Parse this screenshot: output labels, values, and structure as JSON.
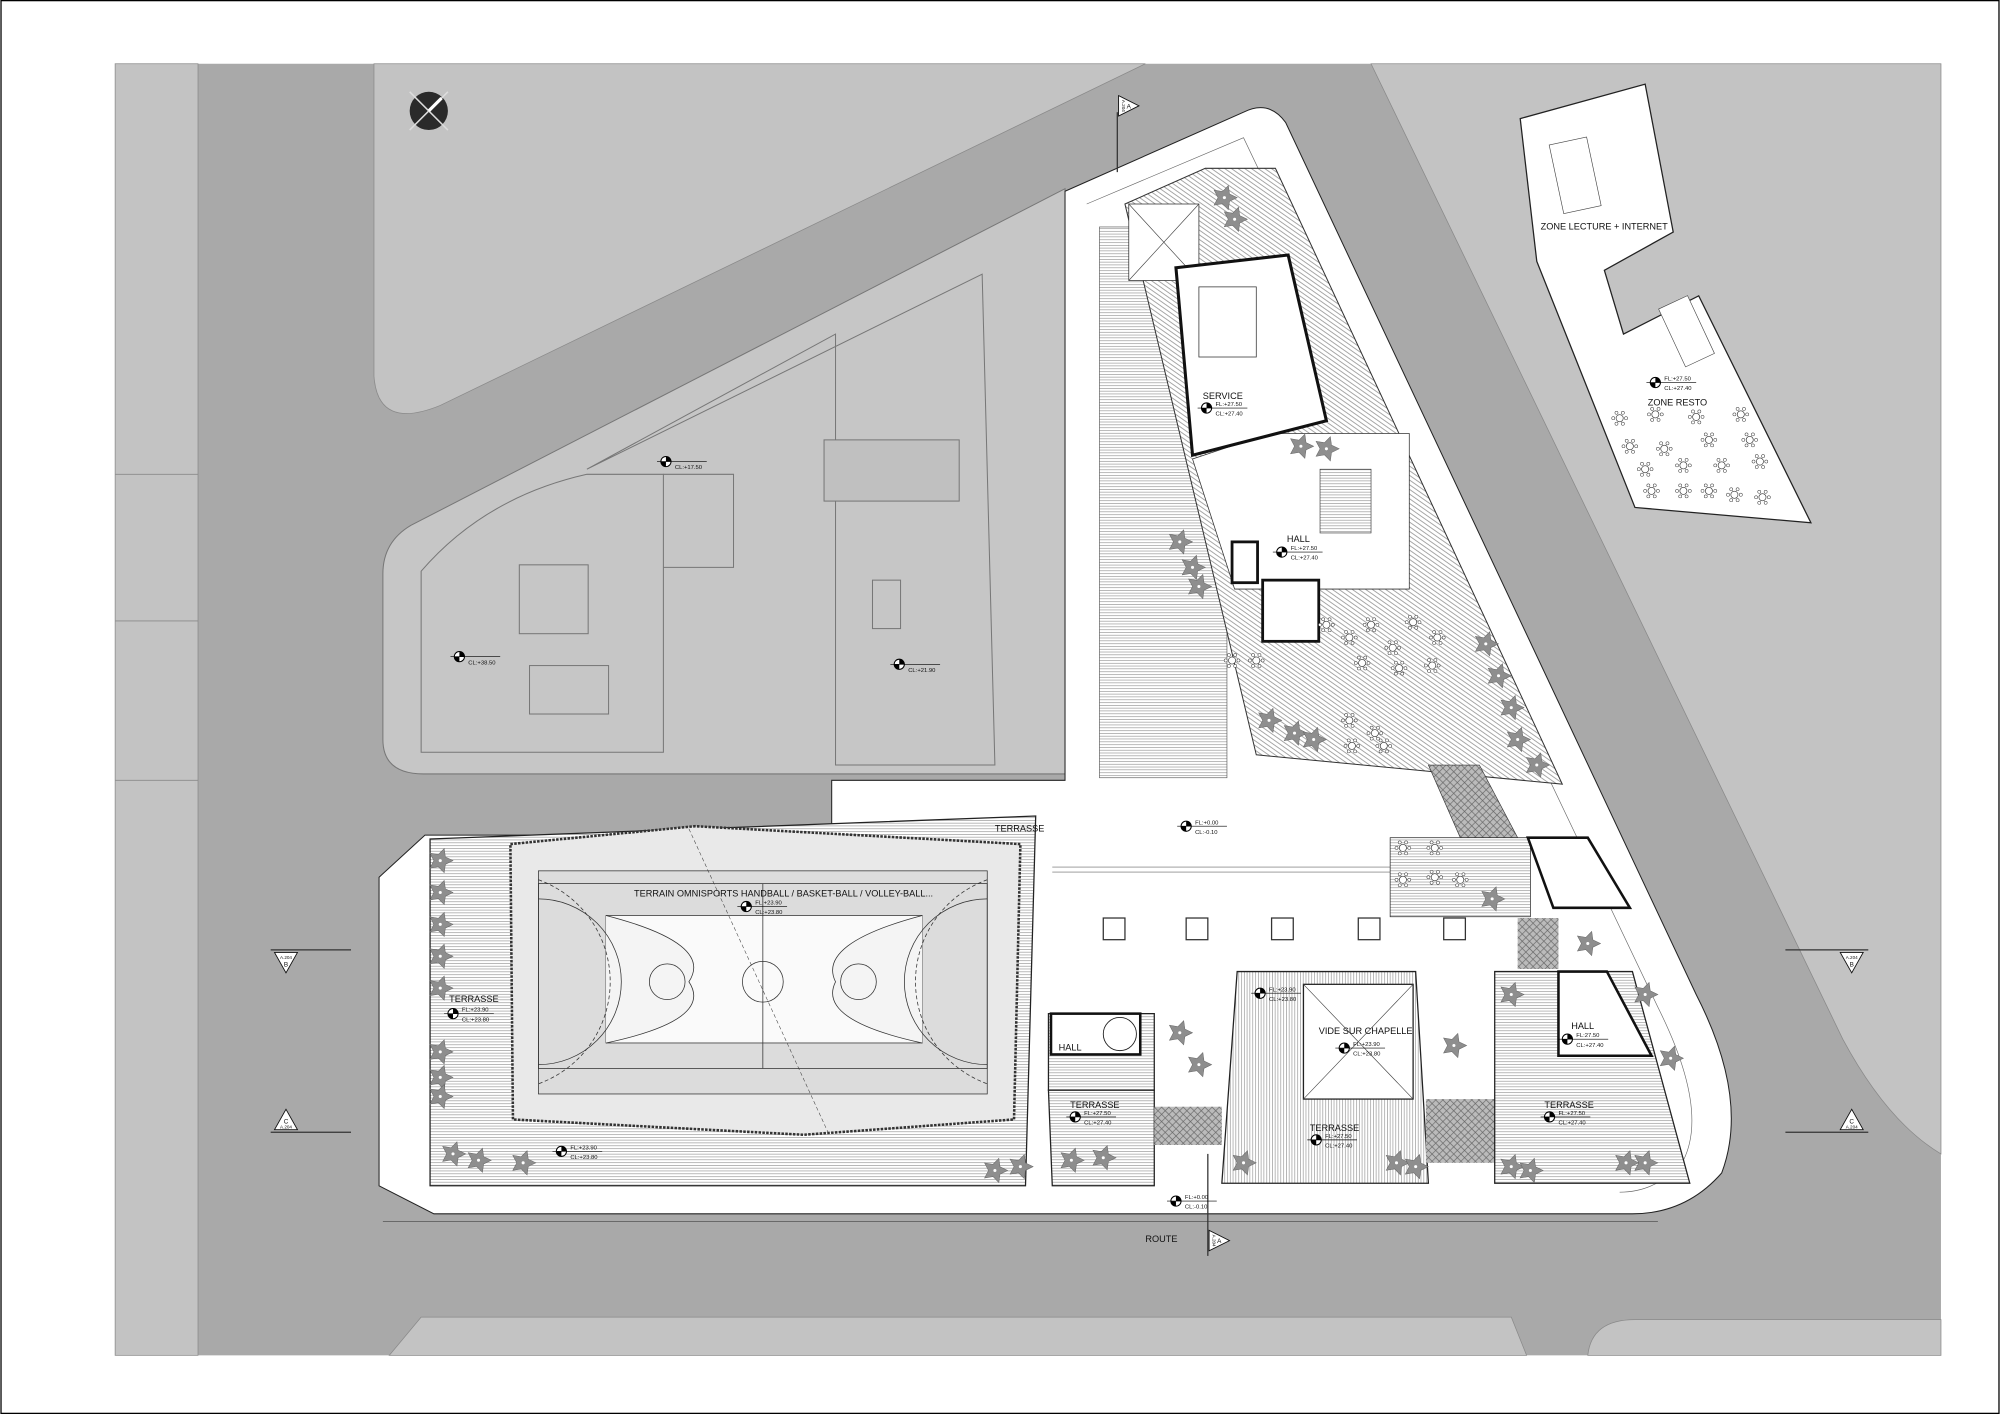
{
  "plan": {
    "north_symbol": "north-arrow-icon",
    "colors": {
      "road": "#a9a9a9",
      "block": "#c3c3c3",
      "site": "#ffffff",
      "tree": "#8c8c8c",
      "outline": "#111111"
    }
  },
  "labels": {
    "zone_lecture": "ZONE LECTURE + INTERNET",
    "zone_resto": "ZONE RESTO",
    "service": "SERVICE",
    "hall_north": "HALL",
    "terrasse_top": "TERRASSE",
    "terrain": "TERRAIN OMNISPORTS HANDBALL / BASKET-BALL / VOLLEY-BALL...",
    "terrasse_left": "TERRASSE",
    "hall_left": "HALL",
    "terrasse_hall_left": "TERRASSE",
    "vide_chapelle": "VIDE SUR CHAPELLE",
    "terrasse_chapelle": "TERRASSE",
    "hall_right": "HALL",
    "terrasse_right": "TERRASSE",
    "route": "ROUTE"
  },
  "levels": [
    {
      "fl": "FL:+27.50",
      "cl": "CL:+27.40"
    },
    {
      "fl": "FL:+27.50",
      "cl": "CL:+27.40"
    },
    {
      "fl": "FL:+27.50",
      "cl": "CL:+27.40"
    },
    {
      "fl": "",
      "cl": "CL:+17.50"
    },
    {
      "fl": "",
      "cl": "CL:+38.50"
    },
    {
      "fl": "",
      "cl": "CL:+21.90"
    },
    {
      "fl": "FL:+0.00",
      "cl": "CL:-0.10"
    },
    {
      "fl": "FL:+23.90",
      "cl": "CL:+23.80"
    },
    {
      "fl": "FL:+23.90",
      "cl": "CL:+23.80"
    },
    {
      "fl": "FL:+23.90",
      "cl": "CL:+23.80"
    },
    {
      "fl": "FL:+23.90",
      "cl": "CL:+23.80"
    },
    {
      "fl": "FL:+27.50",
      "cl": "CL:+27.40"
    },
    {
      "fl": "FL:+27.50",
      "cl": "CL:+27.40"
    },
    {
      "fl": "FL:27.50",
      "cl": "CL:+27.40"
    },
    {
      "fl": "FL:+27.50",
      "cl": "CL:+27.40"
    },
    {
      "fl": "FL:+23.90",
      "cl": "CL:+23.80"
    },
    {
      "fl": "FL:+0.00",
      "cl": "CL:-0.10"
    }
  ],
  "sections": [
    {
      "letter": "A",
      "sheet": "A.204"
    },
    {
      "letter": "A",
      "sheet": "A.204"
    },
    {
      "letter": "B",
      "sheet": "A.204"
    },
    {
      "letter": "C",
      "sheet": "A.204"
    },
    {
      "letter": "B",
      "sheet": "A.204"
    },
    {
      "letter": "C",
      "sheet": "A.204"
    }
  ]
}
